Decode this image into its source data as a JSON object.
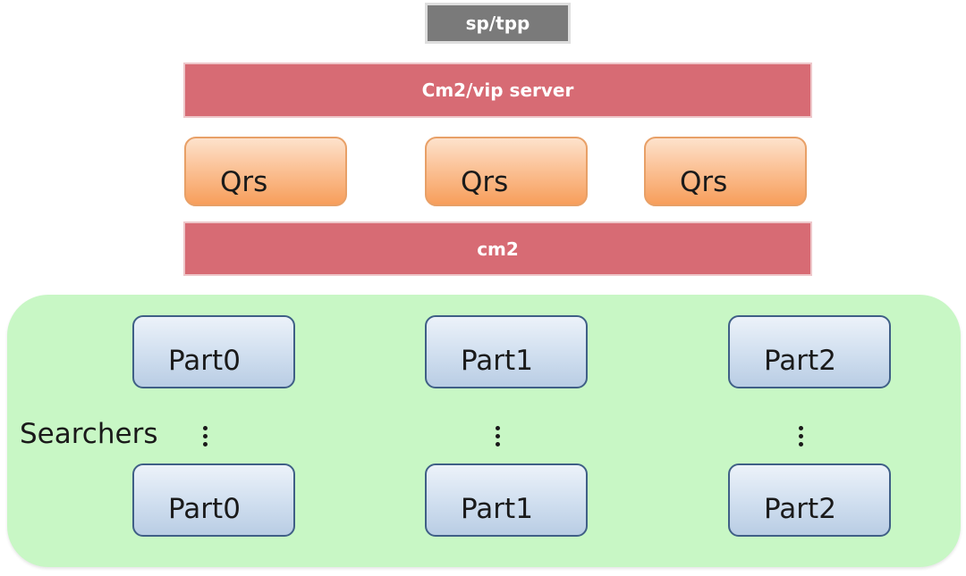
{
  "diagram": {
    "top_service": "sp/tpp",
    "vip_server": "Cm2/vip server",
    "qrs_nodes": [
      "Qrs",
      "Qrs",
      "Qrs"
    ],
    "cm2_bar": "cm2",
    "searchers": {
      "label": "Searchers",
      "top_row": [
        "Part0",
        "Part1",
        "Part2"
      ],
      "ellipsis": [
        "⋮",
        "⋮",
        "⋮"
      ],
      "bottom_row": [
        "Part0",
        "Part1",
        "Part2"
      ]
    }
  },
  "colors": {
    "top_service_fill": "#7a7a7a",
    "bar_fill": "#d76b74",
    "qrs_fill": "#fbc297",
    "qrs_border": "#e8a067",
    "searchers_background": "#c8f7c5",
    "part_fill": "#d2e0f0",
    "part_border": "#3f5f86"
  }
}
